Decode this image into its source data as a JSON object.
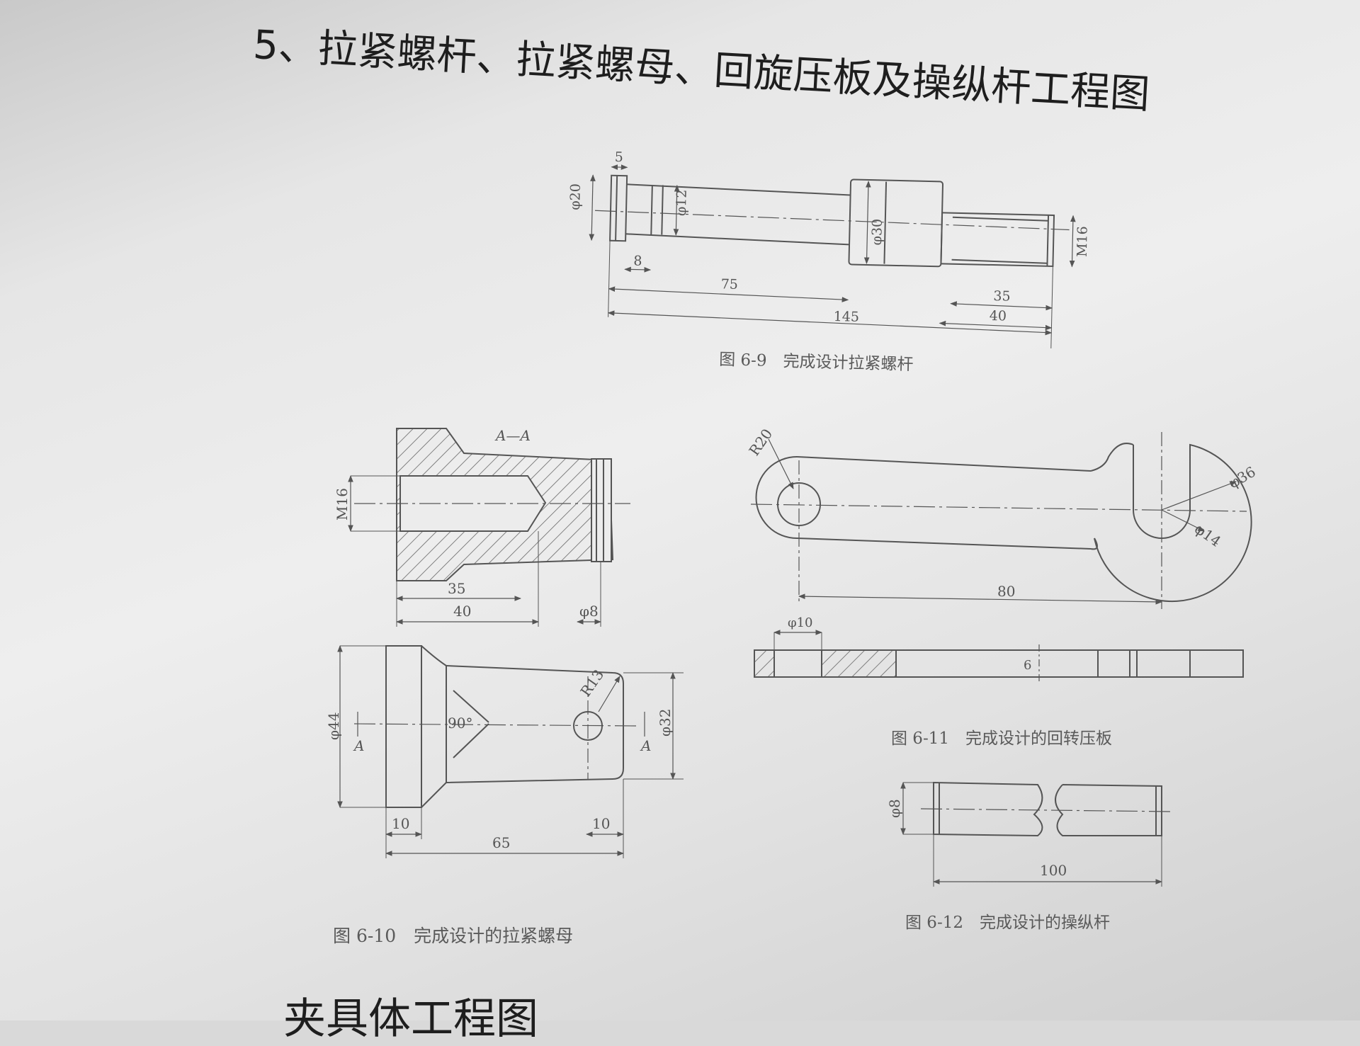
{
  "header": {
    "section_title": "5、拉紧螺杆、拉紧螺母、回旋压板及操纵杆工程图",
    "next_title": "夹具体工程图"
  },
  "figures": {
    "fig_6_9": {
      "caption": "图 6-9　完成设计拉紧螺杆",
      "dims": {
        "d5": "5",
        "d20": "φ20",
        "d12": "φ12",
        "d8": "8",
        "d30": "φ30",
        "m16": "M16",
        "d75": "75",
        "d35": "35",
        "d40": "40",
        "d145": "145"
      }
    },
    "fig_6_10": {
      "caption": "图 6-10　完成设计的拉紧螺母",
      "dims": {
        "section": "A—A",
        "m16": "M16",
        "d35": "35",
        "d40": "40",
        "phi8": "φ8",
        "phi44": "φ44",
        "phi32": "φ32",
        "angle": "90°",
        "r13": "R13",
        "marker_a1": "A",
        "marker_a2": "A",
        "d10a": "10",
        "d10b": "10",
        "d65": "65"
      }
    },
    "fig_6_11": {
      "caption": "图 6-11　完成设计的回转压板",
      "dims": {
        "r20": "R20",
        "phi36": "φ36",
        "phi14": "φ14",
        "d80": "80",
        "phi10": "φ10",
        "d6": "6"
      }
    },
    "fig_6_12": {
      "caption": "图 6-12　完成设计的操纵杆",
      "dims": {
        "phi8": "φ8",
        "d100": "100"
      }
    }
  },
  "colors": {
    "ink": "#555555",
    "title_ink": "#1e1e1e",
    "paper": "#ececec"
  }
}
